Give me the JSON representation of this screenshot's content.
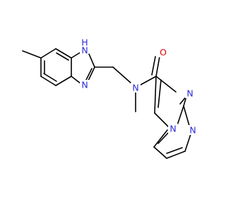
{
  "molecule": {
    "colors": {
      "carbon_bond": "#000000",
      "nitrogen": "#2b2bd9",
      "oxygen": "#e00000"
    },
    "atoms": {
      "nh_benzimidazole": {
        "element": "N",
        "label": "N",
        "hydrogen": "H"
      },
      "n_benzimidazole": {
        "element": "N",
        "label": "N"
      },
      "n_amide": {
        "element": "N",
        "label": "N"
      },
      "o_carbonyl": {
        "element": "O",
        "label": "O"
      },
      "n_imidazole": {
        "element": "N",
        "label": "N"
      },
      "n_bridgehead": {
        "element": "N",
        "label": "N"
      },
      "n_pyrimidine": {
        "element": "N",
        "label": "N"
      }
    }
  }
}
